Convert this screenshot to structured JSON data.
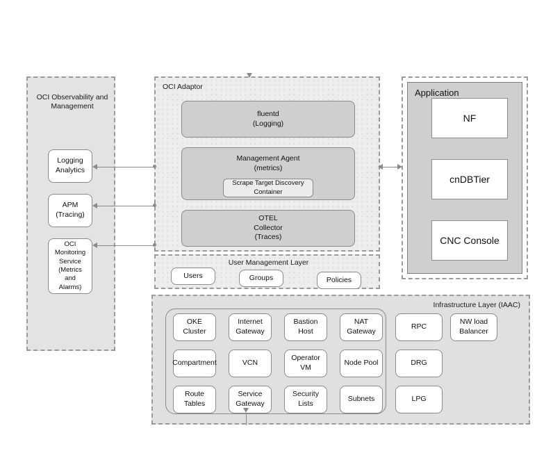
{
  "observability": {
    "title": "OCI Observability and\nManagement",
    "services": [
      {
        "label": "Logging\nAnalytics"
      },
      {
        "label": "APM\n(Tracing)"
      },
      {
        "label": "OCI\nMonitoring\nService\n(Metrics\nand\nAlarms)"
      }
    ]
  },
  "adaptor": {
    "title": "OCI Adaptor",
    "components": [
      {
        "label": "fluentd\n(Logging)"
      },
      {
        "label": "Management Agent\n(metrics)"
      },
      {
        "label": "OTEL\nCollector\n(Traces)"
      }
    ],
    "nested": {
      "label": "Scrape Target Discovery\nContainer"
    }
  },
  "application": {
    "title": "Application",
    "items": [
      {
        "label": "NF"
      },
      {
        "label": "cnDBTier"
      },
      {
        "label": "CNC Console"
      }
    ]
  },
  "user_management": {
    "title": "User Management Layer",
    "items": [
      {
        "label": "Users"
      },
      {
        "label": "Groups"
      },
      {
        "label": "Policies"
      }
    ]
  },
  "infrastructure": {
    "title": "Infrastructure Layer (IAAC)",
    "grid": [
      {
        "label": "OKE\nCluster"
      },
      {
        "label": "Internet\nGateway"
      },
      {
        "label": "Bastion\nHost"
      },
      {
        "label": "NAT Gateway"
      },
      {
        "label": "Compartment"
      },
      {
        "label": "VCN"
      },
      {
        "label": "Operator VM"
      },
      {
        "label": "Node Pool"
      },
      {
        "label": "Route Tables"
      },
      {
        "label": "Service\nGateway"
      },
      {
        "label": "Security Lists"
      },
      {
        "label": "Subnets"
      }
    ],
    "side": [
      {
        "label": "RPC"
      },
      {
        "label": "DRG"
      },
      {
        "label": "LPG"
      }
    ],
    "extra": [
      {
        "label": "NW load\nBalancer"
      }
    ]
  },
  "colors": {
    "panel_border": "#9a9a9a",
    "box_border": "#8a8a8a",
    "panel_fill_light": "#e3e3e3",
    "panel_fill_dotted": "#ededed",
    "box_fill_gray": "#cfcfcf",
    "box_fill_white": "#ffffff",
    "connector": "#8a8a8a"
  }
}
